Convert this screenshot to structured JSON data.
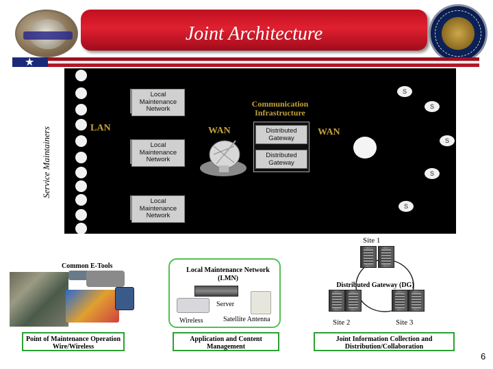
{
  "header": {
    "title": "Joint Architecture",
    "left_logo_icon": "service-emblem-icon",
    "right_logo_icon": "department-of-defense-seal-icon"
  },
  "side_label": "Service Maintainers",
  "network": {
    "lan_label": "LAN",
    "wan_label_left": "WAN",
    "wan_label_right": "WAN",
    "communication_label": "Communication Infrastructure",
    "lmn_boxes": [
      "Local Maintenance Network",
      "Local Maintenance Network",
      "Local Maintenance Network"
    ],
    "dg_boxes": [
      "Distributed Gateway",
      "Distributed Gateway"
    ],
    "satellite_icon": "satellite-dish-icon",
    "site_marker": "S"
  },
  "sites": {
    "site1": "Site 1",
    "site2": "Site 2",
    "site3": "Site 3",
    "dg_label": "Distributed Gateway (DG)"
  },
  "left_block": {
    "etools_label": "Common E-Tools",
    "caption": "Point of Maintenance Operation Wire/Wireless"
  },
  "middle_block": {
    "lmn_label": "Local Maintenance Network (LMN)",
    "server_label": "Server",
    "wireless_label": "Wireless",
    "satellite_label": "Satellite Antenna",
    "caption": "Application and Content Management"
  },
  "right_block": {
    "caption": "Joint Information Collection and Distribution/Collaboration"
  },
  "page_number": "6",
  "colors": {
    "title_red": "#e02030",
    "network_gold": "#c6a23a",
    "caption_green": "#2aa030"
  }
}
